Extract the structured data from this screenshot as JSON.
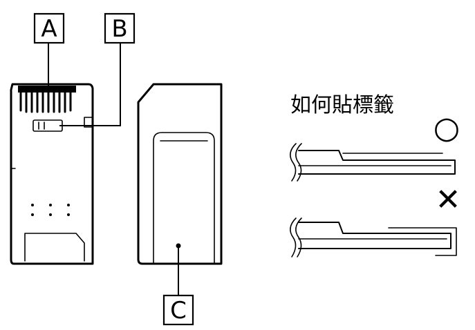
{
  "callouts": {
    "a": "A",
    "b": "B",
    "c": "C"
  },
  "label_guide": {
    "title": "如何貼標籤",
    "correct_mark": "○",
    "incorrect_mark": "✕"
  }
}
